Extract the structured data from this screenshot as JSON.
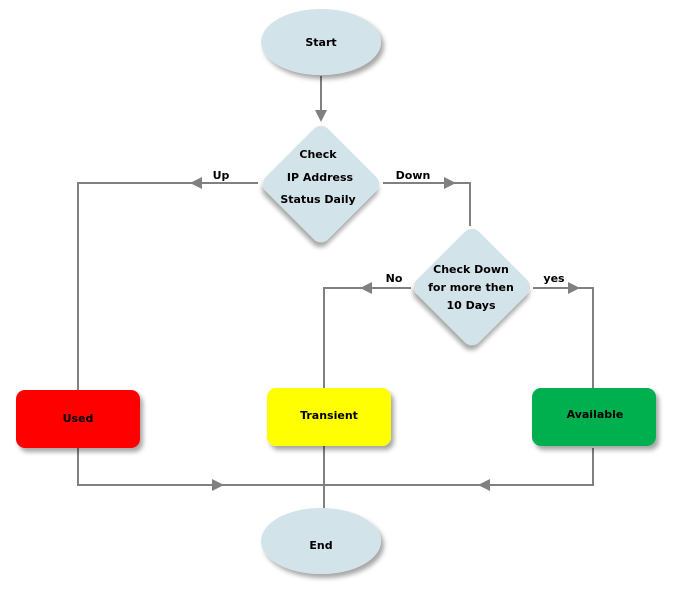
{
  "nodes": {
    "start": {
      "label": "Start"
    },
    "check_ip": {
      "line1": "Check",
      "line2": "IP Address",
      "line3": "Status Daily"
    },
    "check_down": {
      "line1": "Check Down",
      "line2": "for more then",
      "line3": "10 Days"
    },
    "used": {
      "label": "Used",
      "color": "#ff0000"
    },
    "transient": {
      "label": "Transient",
      "color": "#ffff00"
    },
    "available": {
      "label": "Available",
      "color": "#00b050"
    },
    "end": {
      "label": "End"
    }
  },
  "edges": {
    "up": "Up",
    "down": "Down",
    "no": "No",
    "yes": "yes"
  },
  "colors": {
    "terminal_fill": "#d3e3ea",
    "decision_fill": "#d3e3ea",
    "connector": "#808080"
  }
}
